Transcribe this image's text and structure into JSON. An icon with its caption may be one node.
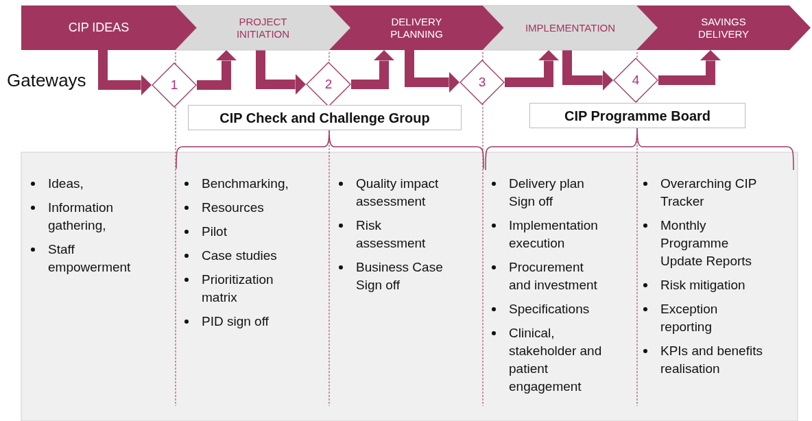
{
  "diagram": {
    "nodes": [
      {
        "text": [
          "CIP IDEAS"
        ]
      },
      {
        "text": [
          "PROJECT INITIATION"
        ]
      },
      {
        "text": [
          "DELIVERY PLANNING"
        ]
      },
      {
        "text": [
          "IMPLEMENTATION"
        ]
      },
      {
        "text": [
          "SAVINGS DELIVERY"
        ]
      },
      {
        "text": [
          "1"
        ]
      },
      {
        "text": [
          "2"
        ]
      },
      {
        "text": [
          "3"
        ]
      },
      {
        "text": [
          "4"
        ]
      },
      {
        "text": [
          "CIP Check and Challenge Group"
        ]
      },
      {
        "text": [
          "CIP Programme Board"
        ]
      }
    ],
    "edges": [
      {
        "from": 0,
        "to": 5,
        "arrow": "to"
      },
      {
        "from": 5,
        "to": 1,
        "arrow": "to"
      },
      {
        "from": 1,
        "to": 6,
        "arrow": "to"
      },
      {
        "from": 6,
        "to": 2,
        "arrow": "to"
      },
      {
        "from": 2,
        "to": 7,
        "arrow": "to"
      },
      {
        "from": 7,
        "to": 3,
        "arrow": "to"
      },
      {
        "from": 3,
        "to": 8,
        "arrow": "to"
      },
      {
        "from": 8,
        "to": 4,
        "arrow": "to"
      }
    ],
    "labels": [
      "Gateways",
      "Ideas,",
      "Information gathering,",
      "Staff empowerment",
      "Benchmarking,",
      "Resources",
      "Pilot",
      "Case studies",
      "Prioritization matrix",
      "PID sign off",
      "Quality impact assessment",
      "Risk assessment",
      "Business Case Sign off",
      "Delivery plan Sign off",
      "Implementation execution",
      "Procurement and investment",
      "Specifications",
      "Clinical, stakeholder and patient engagement",
      "Overarching CIP Tracker",
      "Monthly Programme Update Reports",
      "Risk mitigation",
      "Exception reporting",
      "KPIs and benefits realisation"
    ]
  }
}
